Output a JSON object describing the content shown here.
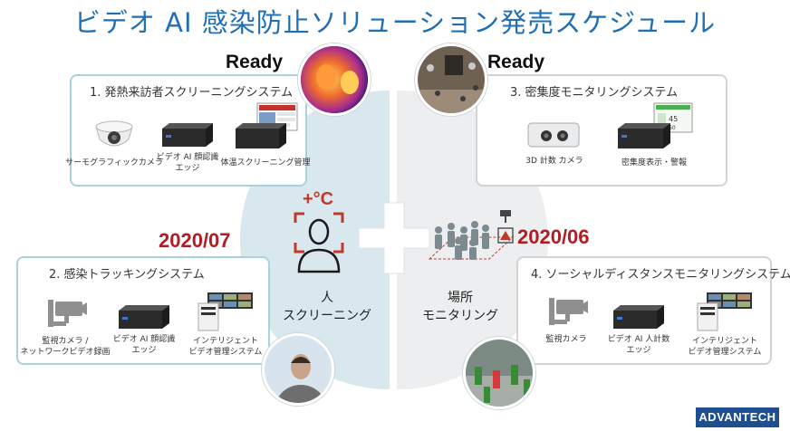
{
  "title": "ビデオ AI 感染防止ソリューション発売スケジュール",
  "ready_left": "Ready",
  "ready_right": "Ready",
  "date_left": "2020/07",
  "date_right": "2020/06",
  "panels": {
    "p1": {
      "title": "1. 発熱来訪者スクリーニングシステム",
      "items": [
        {
          "lines": [
            "サーモグラフィックカメラ"
          ]
        },
        {
          "lines": [
            "ビデオ AI 顔認識",
            "エッジ"
          ]
        },
        {
          "lines": [
            "体温スクリーニング管理"
          ]
        }
      ]
    },
    "p2": {
      "title": "2. 感染トラッキングシステム",
      "items": [
        {
          "lines": [
            "監視カメラ /",
            "ネットワークビデオ録画"
          ]
        },
        {
          "lines": [
            "ビデオ AI 顔認識",
            "エッジ"
          ]
        },
        {
          "lines": [
            "インテリジェント",
            "ビデオ管理システム"
          ]
        }
      ]
    },
    "p3": {
      "title": "3. 密集度モニタリングシステム",
      "items": [
        {
          "lines": [
            "3D 計数 カメラ"
          ]
        },
        {
          "lines": [
            "密集度表示・警報"
          ]
        }
      ]
    },
    "p4": {
      "title": "4. ソーシャルディスタンスモニタリングシステム",
      "items": [
        {
          "lines": [
            "監視カメラ"
          ]
        },
        {
          "lines": [
            "ビデオ AI 人計数",
            "エッジ"
          ]
        },
        {
          "lines": [
            "インテリジェント",
            "ビデオ管理システム"
          ]
        }
      ]
    }
  },
  "center": {
    "temp_symbol": "+°C",
    "left_lines": [
      "人",
      "スクリーニング"
    ],
    "right_lines": [
      "場所",
      "モニタリング"
    ]
  },
  "logo": "ADVANTECH",
  "colors": {
    "title": "#1f6fb5",
    "date": "#b01e23",
    "blue_border": "#a9d2df",
    "gray_border": "#d3d3d3",
    "logo_bg": "#1d4f91"
  }
}
